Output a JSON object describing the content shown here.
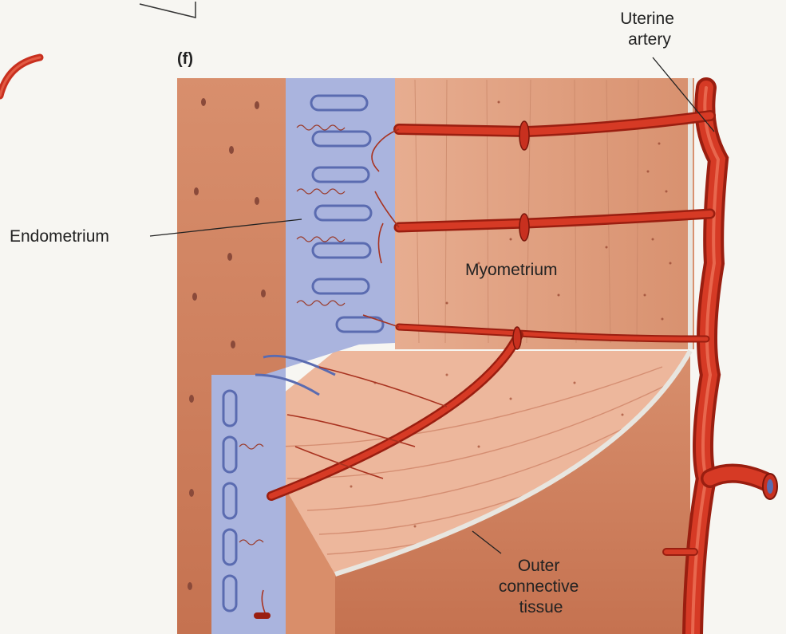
{
  "figure": {
    "panel_label": "(f)",
    "labels": {
      "uterine_artery": [
        "Uterine",
        "artery"
      ],
      "endometrium": "Endometrium",
      "myometrium": "Myometrium",
      "outer_connective_tissue": [
        "Outer",
        "connective",
        "tissue"
      ]
    },
    "colors": {
      "background": "#f7f6f2",
      "endometrium": "#aab4de",
      "gland_outline": "#5a6bb0",
      "myometrium": "#e2a486",
      "myometrium_dark": "#c9835f",
      "artery": "#c8301f",
      "artery_dark": "#8e1e12",
      "outer_connective": "#d8d6d0"
    }
  }
}
